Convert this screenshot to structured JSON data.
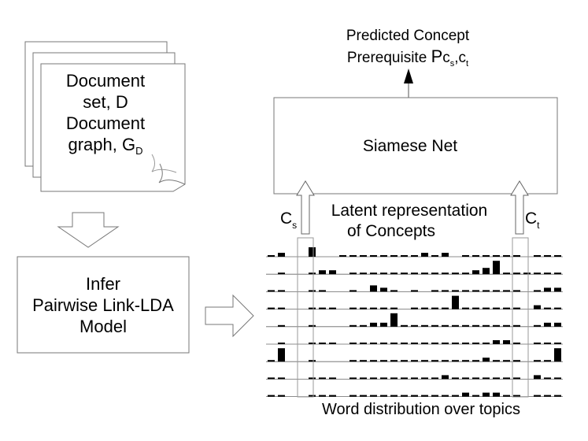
{
  "document_box": {
    "line1": "Document",
    "line2": "set, D",
    "line3": "Document",
    "line4_main": "graph, G",
    "line4_sub": "D"
  },
  "infer_box": {
    "line1": "Infer",
    "line2": "Pairwise Link-LDA",
    "line3": "Model"
  },
  "siamese_box": {
    "label": "Siamese Net"
  },
  "output": {
    "line1": "Predicted Concept",
    "line2": "Prerequisite",
    "symbol": "P",
    "sub_c1": "c",
    "sub_s": "s",
    "sub_comma": ",c",
    "sub_t": "t"
  },
  "concept_labels": {
    "cs_main": "C",
    "cs_sub": "s",
    "ct_main": "C",
    "ct_sub": "t"
  },
  "latent": {
    "line1": "Latent representation",
    "line2": "of Concepts"
  },
  "word_dist_caption": "Word distribution over topics",
  "topic_matrix": {
    "rows": [
      [
        1,
        2,
        0,
        0,
        4,
        0,
        0,
        1,
        1,
        1,
        1,
        1,
        1,
        1,
        1,
        2,
        1,
        2,
        0,
        1,
        1,
        1,
        1,
        1,
        1,
        0,
        1,
        1,
        1
      ],
      [
        0,
        1,
        0,
        0,
        1,
        2,
        2,
        0,
        1,
        1,
        1,
        1,
        1,
        1,
        1,
        1,
        1,
        1,
        1,
        1,
        2,
        3,
        5,
        1,
        1,
        1,
        1,
        1,
        1
      ],
      [
        1,
        1,
        0,
        0,
        1,
        1,
        0,
        0,
        1,
        0,
        3,
        2,
        1,
        0,
        1,
        0,
        1,
        1,
        1,
        1,
        1,
        1,
        1,
        1,
        1,
        0,
        1,
        2,
        2
      ],
      [
        1,
        1,
        0,
        0,
        1,
        1,
        1,
        0,
        1,
        1,
        1,
        1,
        1,
        0,
        1,
        1,
        1,
        1,
        5,
        1,
        1,
        1,
        1,
        1,
        1,
        0,
        2,
        1,
        1
      ],
      [
        0,
        1,
        0,
        0,
        1,
        0,
        0,
        0,
        1,
        1,
        2,
        2,
        5,
        1,
        1,
        1,
        1,
        1,
        1,
        1,
        1,
        1,
        1,
        1,
        1,
        0,
        1,
        2,
        2
      ],
      [
        0,
        1,
        0,
        0,
        1,
        1,
        1,
        0,
        1,
        1,
        1,
        1,
        1,
        1,
        1,
        1,
        1,
        1,
        1,
        1,
        1,
        1,
        2,
        2,
        1,
        0,
        1,
        1,
        1
      ],
      [
        1,
        5,
        0,
        0,
        1,
        0,
        0,
        0,
        1,
        1,
        1,
        1,
        1,
        1,
        1,
        1,
        1,
        1,
        1,
        1,
        1,
        2,
        1,
        1,
        1,
        0,
        1,
        1,
        5
      ],
      [
        1,
        1,
        0,
        0,
        1,
        1,
        1,
        0,
        1,
        1,
        1,
        1,
        1,
        1,
        1,
        1,
        1,
        2,
        1,
        1,
        1,
        1,
        1,
        1,
        1,
        0,
        2,
        1,
        1
      ],
      [
        1,
        1,
        0,
        0,
        1,
        1,
        1,
        0,
        1,
        1,
        1,
        1,
        1,
        1,
        1,
        1,
        1,
        1,
        1,
        2,
        1,
        2,
        2,
        1,
        1,
        0,
        1,
        1,
        1
      ]
    ]
  }
}
